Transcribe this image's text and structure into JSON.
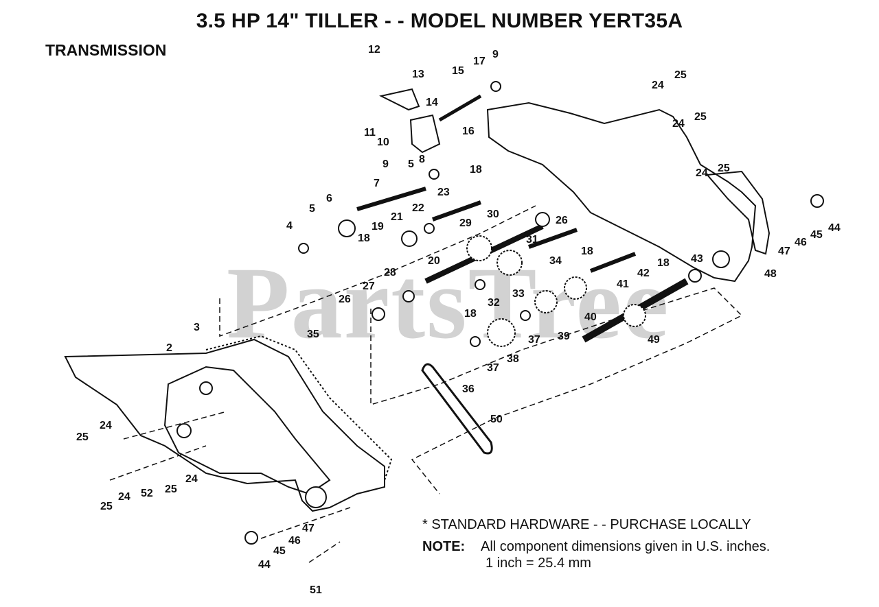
{
  "header": {
    "title": "3.5 HP 14\" TILLER - - MODEL NUMBER YERT35A",
    "section": "TRANSMISSION"
  },
  "watermark": "PartsTree",
  "footer": {
    "standard_hardware": "* STANDARD HARDWARE - - PURCHASE LOCALLY",
    "note_label": "NOTE:",
    "note_line1": "All component dimensions given in U.S. inches.",
    "note_line2": "1 inch = 25.4 mm"
  },
  "callouts": [
    "12",
    "13",
    "15",
    "17",
    "9",
    "14",
    "11",
    "10",
    "16",
    "9",
    "5",
    "8",
    "18",
    "7",
    "23",
    "6",
    "5",
    "4",
    "22",
    "21",
    "19",
    "18",
    "20",
    "30",
    "29",
    "31",
    "26",
    "18",
    "34",
    "18",
    "42",
    "41",
    "43",
    "24",
    "25",
    "24",
    "25",
    "24",
    "25",
    "44",
    "45",
    "46",
    "47",
    "48",
    "28",
    "27",
    "26",
    "18",
    "32",
    "33",
    "40",
    "39",
    "37",
    "38",
    "37",
    "36",
    "49",
    "35",
    "3",
    "2",
    "50",
    "25",
    "24",
    "24",
    "25",
    "52",
    "25",
    "24",
    "47",
    "46",
    "45",
    "44",
    "51"
  ]
}
